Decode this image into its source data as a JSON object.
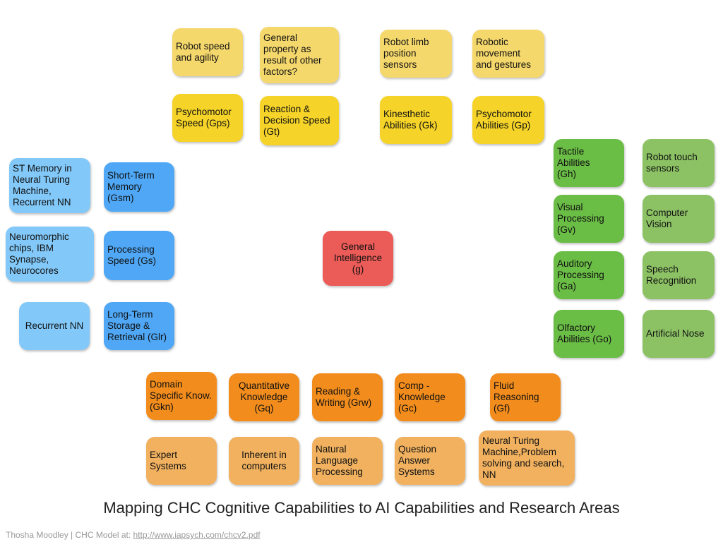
{
  "colors": {
    "light_yellow": "#f5d86c",
    "yellow": "#f5d328",
    "green": "#6abd45",
    "light_green": "#8cc264",
    "blue": "#4fa7f5",
    "light_blue": "#82c8f8",
    "orange": "#f28c1c",
    "light_orange": "#f1b15f",
    "red": "#eb5b57"
  },
  "center": {
    "label": "General\nIntelligence\n(g)"
  },
  "abilities": [
    {
      "id": "gps",
      "label": "Psychomotor\nSpeed (Gps)",
      "ai": "Robot speed\nand agility"
    },
    {
      "id": "gt",
      "label": "Reaction &\nDecision Speed\n(Gt)",
      "ai": " General\nproperty as\nresult of other\n factors?"
    },
    {
      "id": "gk",
      "label": "Kinesthetic\nAbilities (Gk)",
      "ai": "Robot limb\nposition\nsensors"
    },
    {
      "id": "gp",
      "label": "Psychomotor\nAbilities (Gp)",
      "ai": "Robotic\nmovement\nand gestures"
    },
    {
      "id": "gh",
      "label": "Tactile\nAbilities\n(Gh)",
      "ai": "Robot touch\nsensors"
    },
    {
      "id": "gv",
      "label": "Visual\nProcessing\n(Gv)",
      "ai": "Computer\nVision"
    },
    {
      "id": "ga",
      "label": "Auditory\nProcessing\n(Ga)",
      "ai": "Speech\nRecognition"
    },
    {
      "id": "go",
      "label": "Olfactory\nAbilities (Go)",
      "ai": "Artificial Nose"
    },
    {
      "id": "gsm",
      "label": "Short-Term\nMemory\n(Gsm)",
      "ai": "ST Memory in\nNeural Turing\nMachine,\nRecurrent NN"
    },
    {
      "id": "gs",
      "label": "Processing\nSpeed (Gs)",
      "ai": "Neuromorphic\nchips, IBM\nSynapse,\n Neurocores"
    },
    {
      "id": "glr",
      "label": "Long-Term\nStorage &\nRetrieval (Glr)",
      "ai": "Recurrent NN"
    },
    {
      "id": "gkn",
      "label": "Domain\nSpecific Know.\n(Gkn)",
      "ai": "Expert\nSystems"
    },
    {
      "id": "gq",
      "label": "Quantitative\nKnowledge\n(Gq)",
      "ai": "Inherent in\ncomputers"
    },
    {
      "id": "grw",
      "label": "Reading &\nWriting (Grw)",
      "ai": "Natural\nLanguage\nProcessing"
    },
    {
      "id": "gc",
      "label": "Comp -\nKnowledge\n(Gc)",
      "ai": "Question\nAnswer\nSystems"
    },
    {
      "id": "gf",
      "label": "Fluid\nReasoning\n(Gf)",
      "ai": "Neural Turing\nMachine,Problem\nsolving and search,\nNN"
    }
  ],
  "title": "Mapping CHC Cognitive Capabilities to AI Capabilities and Research Areas",
  "footer": {
    "text": "Thosha Moodley | CHC Model at: ",
    "link": "http://www.iapsych.com/chcv2.pdf"
  }
}
